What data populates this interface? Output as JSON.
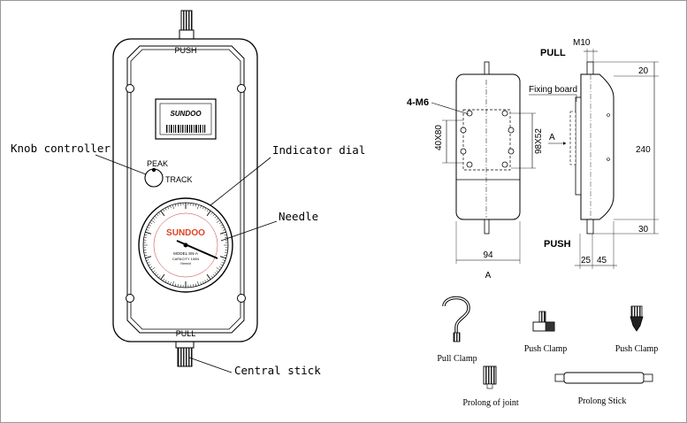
{
  "gauge": {
    "push": "PUSH",
    "pull": "PULL",
    "brand_label": "SUNDOO",
    "peak": "PEAK",
    "track": "TRACK",
    "dial_brand": "SUNDOO",
    "dial_model": "MODEL SN-A",
    "dial_capacity": "CAPACITY  100N",
    "dial_division": "Nmm/d"
  },
  "callouts": {
    "knob": "Knob controller",
    "dial": "Indicator dial",
    "needle": "Needle",
    "stick": "Central stick"
  },
  "front_view": {
    "hole_label": "4-M6",
    "dim_left": "40X80",
    "dim_right": "98X52",
    "dim_bottom": "94",
    "section": "A",
    "arrow": "A"
  },
  "side_view": {
    "pull": "PULL",
    "push": "PUSH",
    "thread": "M10",
    "fixing": "Fixing board",
    "dim_top": "20",
    "dim_height": "240",
    "dim_bottom": "30",
    "dim_w1": "25",
    "dim_w2": "45"
  },
  "accessories": {
    "hook": "Pull Clamp",
    "flat": "Push Clamp",
    "cone": "Push Clamp",
    "joint": "Prolong of joint",
    "stick": "Prolong Stick"
  }
}
